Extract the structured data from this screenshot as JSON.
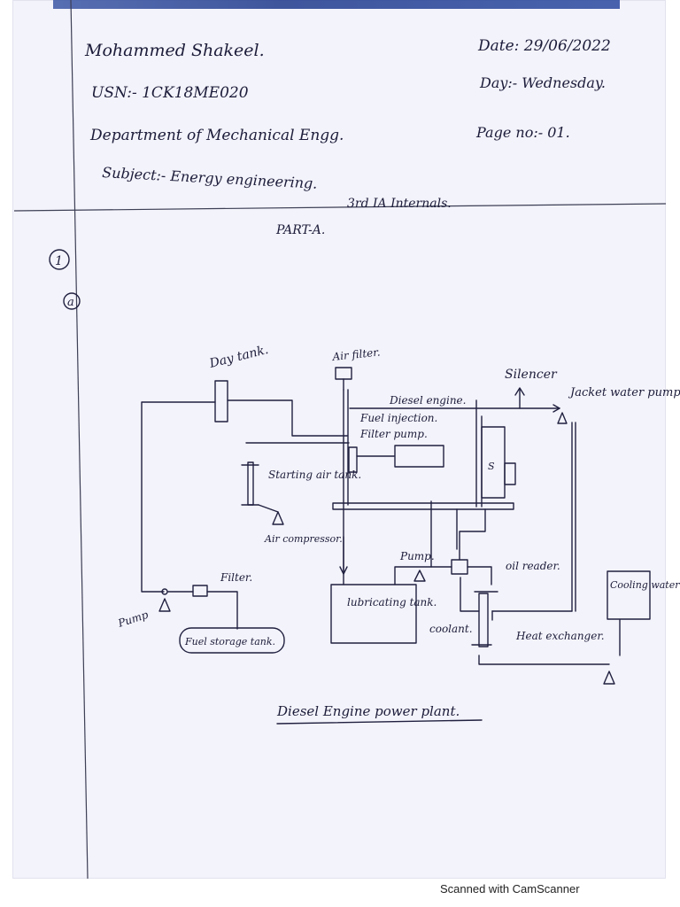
{
  "header": {
    "name": "Mohammed Shakeel.",
    "usn": "USN:- 1CK18ME020",
    "department": "Department of Mechanical Engg.",
    "subject": "Subject:- Energy engineering.",
    "date": "Date: 29/06/2022",
    "day": "Day:- Wednesday.",
    "page_no": "Page no:- 01.",
    "exam": "3rd IA Internals."
  },
  "body": {
    "part": "PART-A.",
    "q_number": "1",
    "q_part": "a"
  },
  "diagram": {
    "labels": {
      "day_tank": "Day tank.",
      "air_filter": "Air filter.",
      "silencer": "Silencer",
      "jacket_water_pump": "Jacket water pump",
      "diesel_engine": "Diesel engine.",
      "fuel_injection": "Fuel injection.",
      "filter_pump": "Filter pump.",
      "s": "S",
      "starting_air_tank": "Starting air tank.",
      "air_compressor": "Air compressor.",
      "pump_mid": "Pump.",
      "oil_reader": "oil reader.",
      "cooling_water": "Cooling water",
      "filter": "Filter.",
      "pump_left": "Pump",
      "fuel_storage_tank": "Fuel storage tank.",
      "lubricating_tank": "lubricating tank.",
      "coolant": "coolant.",
      "heat_exchanger": "Heat exchanger."
    },
    "caption": "Diesel Engine power plant."
  },
  "footer": {
    "scanner_note": "Scanned with CamScanner"
  }
}
